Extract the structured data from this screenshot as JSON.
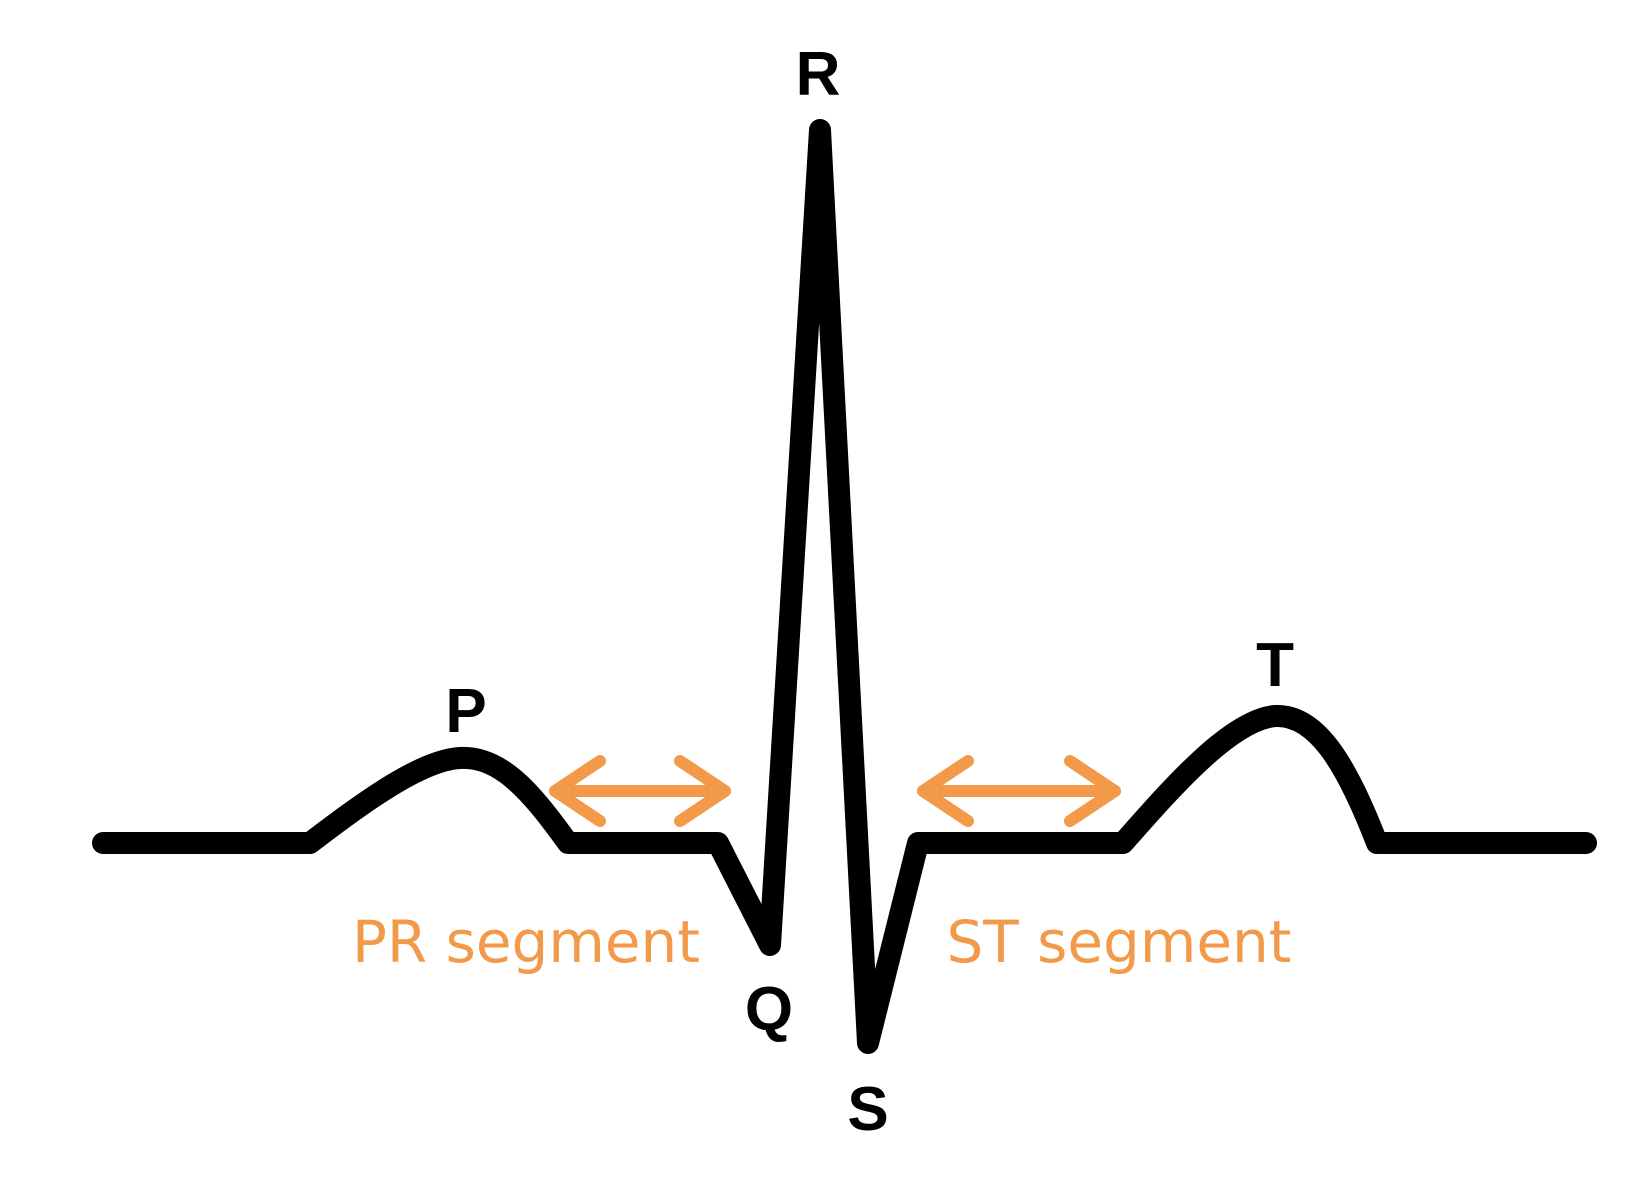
{
  "diagram": {
    "colors": {
      "background": "#ffffff",
      "waveform": "#000000",
      "labels": "#000000",
      "segments": "#f2994a"
    },
    "wave_labels": {
      "p": "P",
      "q": "Q",
      "r": "R",
      "s": "S",
      "t": "T"
    },
    "segments": {
      "pr": {
        "label": "PR segment",
        "arrow_icon": "double-arrow-icon"
      },
      "st": {
        "label": "ST segment",
        "arrow_icon": "double-arrow-icon"
      }
    }
  }
}
